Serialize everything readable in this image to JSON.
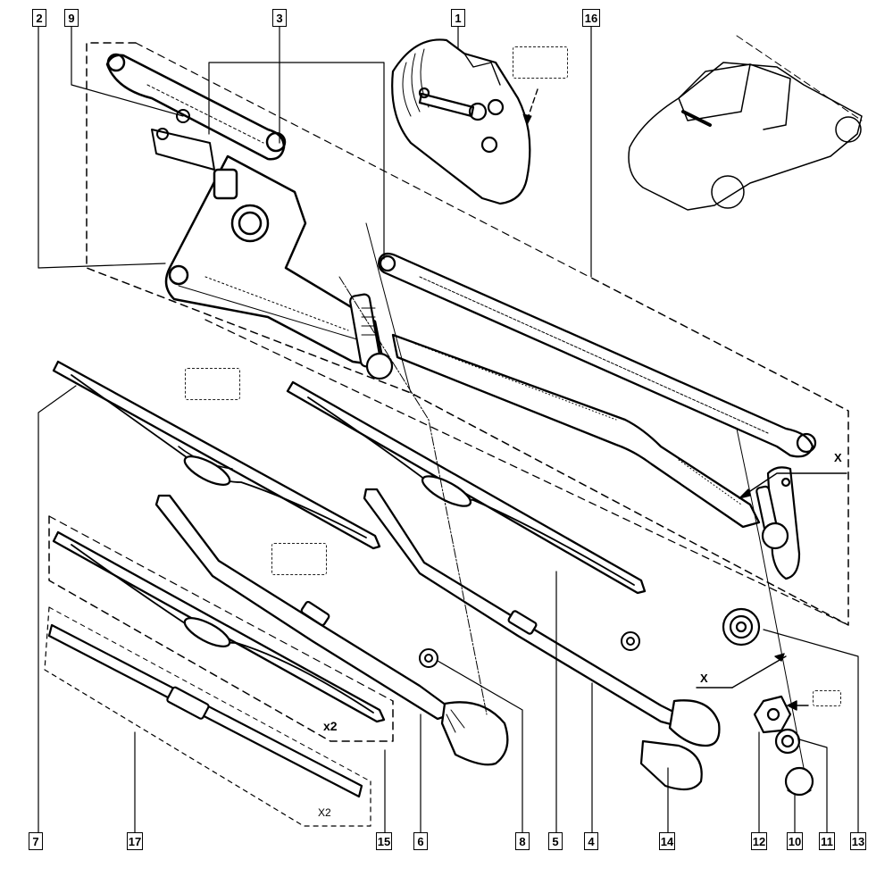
{
  "diagram": {
    "title": "Windscreen wiper mechanism – exploded parts view",
    "callouts": [
      {
        "id": "c1",
        "label": "1",
        "part": "wiper motor"
      },
      {
        "id": "c2",
        "label": "2",
        "part": "wiper mechanism frame"
      },
      {
        "id": "c3",
        "label": "3",
        "part": "linkage rod"
      },
      {
        "id": "c4",
        "label": "4",
        "part": "wiper arm (passenger)"
      },
      {
        "id": "c5",
        "label": "5",
        "part": "wiper blade (passenger)"
      },
      {
        "id": "c6",
        "label": "6",
        "part": "wiper arm (driver)"
      },
      {
        "id": "c7",
        "label": "7",
        "part": "wiper blade (driver)"
      },
      {
        "id": "c8",
        "label": "8",
        "part": "arm nut"
      },
      {
        "id": "c9",
        "label": "9",
        "part": "mounting bracket bolt"
      },
      {
        "id": "c10",
        "label": "10",
        "part": "spindle cap"
      },
      {
        "id": "c11",
        "label": "11",
        "part": "washer"
      },
      {
        "id": "c12",
        "label": "12",
        "part": "spindle nut"
      },
      {
        "id": "c13",
        "label": "13",
        "part": "spindle bush"
      },
      {
        "id": "c14",
        "label": "14",
        "part": "arm nut cover"
      },
      {
        "id": "c15",
        "label": "15",
        "part": "wiper blade kit"
      },
      {
        "id": "c16",
        "label": "16",
        "part": "connecting rod"
      },
      {
        "id": "c17",
        "label": "17",
        "part": "wiper blade rubber"
      }
    ],
    "annotations": {
      "x_mark_top": "X",
      "x_mark_bottom": "X",
      "qty_blade_kit": "x2",
      "qty_rubber_kit": "X2"
    },
    "icons": {
      "car": "car-overview-icon",
      "torque_marker": "torque-box-icon"
    }
  }
}
